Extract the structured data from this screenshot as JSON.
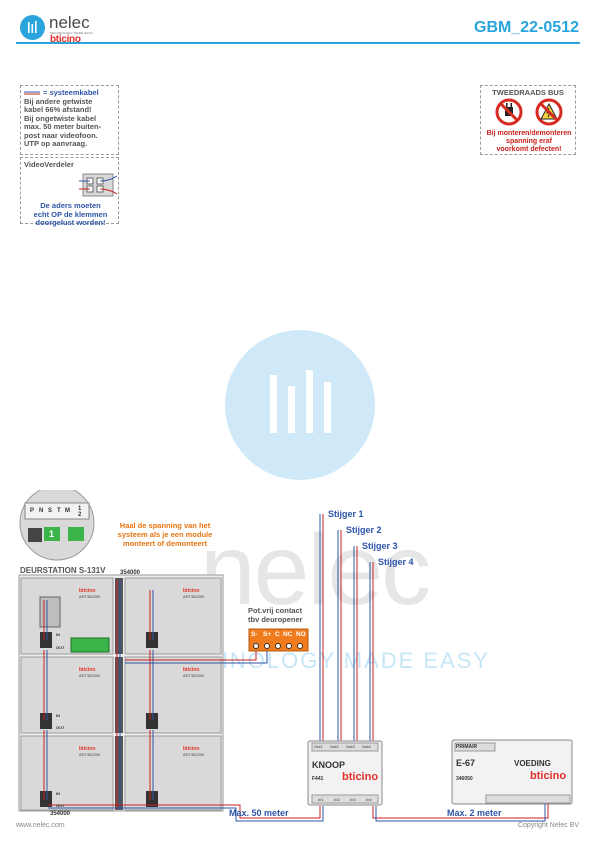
{
  "header": {
    "brand_name": "nelec",
    "brand_tagline": "TECHNOLOGY MADE EASY",
    "brand_sub": "bticino",
    "doc_id": "GBM_22-0512",
    "accent_color": "#29a4dc"
  },
  "system_note": {
    "title": "= systeemkabel",
    "lines": [
      "Bij andere getwiste",
      "kabel 66% afstand!",
      "Bij ongetwiste kabel",
      "max. 50 meter buiten-",
      "post naar videofoon.",
      "UTP op aanvraag."
    ]
  },
  "video_distributor": {
    "title": "VideoVerdeler",
    "note_lines": [
      "De aders moeten",
      "echt OP de klemmen",
      "doorgelust worden!"
    ]
  },
  "two_wire_bus": {
    "title": "TWEEDRAADS BUS",
    "warning_lines": [
      "Bij monteren/demonteren",
      "spanning eraf",
      "voorkomt defecten!"
    ]
  },
  "watermark": {
    "word": "nelec",
    "tagline": "TECHNOLOGY MADE EASY"
  },
  "door_station": {
    "title": "DEURSTATION S-131V",
    "top_code": "354000",
    "bottom_code": "354000",
    "module_code": "ART352000",
    "brand": "bticino",
    "in_label": "IN",
    "out_label": "OUT",
    "terminal_labels": [
      "P",
      "N",
      "S",
      "T",
      "M",
      "1",
      "2"
    ],
    "jumper_value": "1"
  },
  "orange_note": {
    "lines": [
      "Haal de spanning van het",
      "systeem als je een module",
      "monteert of demonteert"
    ]
  },
  "relay": {
    "title_lines": [
      "Pot.vrij contact",
      "tbv deuropener"
    ],
    "terminals": [
      "S-",
      "S+",
      "C",
      "NC",
      "NO"
    ]
  },
  "risers": [
    "Stijger 1",
    "Stijger 2",
    "Stijger 3",
    "Stijger 4"
  ],
  "knoop": {
    "label": "KNOOP",
    "code": "F441",
    "brand": "bticino",
    "out_ports": [
      "Out1",
      "Out2",
      "Out3",
      "Out4"
    ],
    "in_ports": [
      "In1",
      "In2",
      "In3",
      "In4"
    ]
  },
  "power_supply": {
    "label_top": "PRIMAIR",
    "model": "E-67",
    "name": "VOEDING",
    "code": "346050",
    "brand": "bticino"
  },
  "distances": {
    "to_knoop": "Max. 50 meter",
    "to_power": "Max. 2 meter"
  },
  "footer": {
    "website": "www.nelec.com",
    "copyright": "Copyright Nelec BV"
  }
}
